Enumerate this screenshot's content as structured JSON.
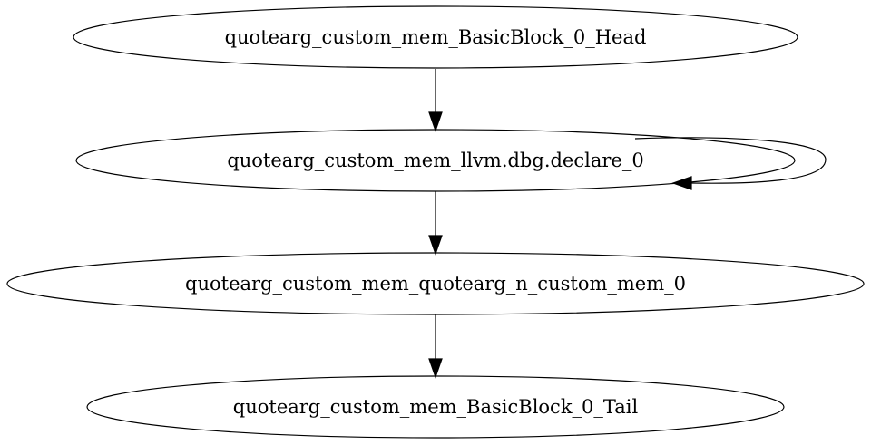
{
  "graph": {
    "nodes": [
      {
        "id": "head",
        "label": "quotearg_custom_mem_BasicBlock_0_Head"
      },
      {
        "id": "dbg",
        "label": "quotearg_custom_mem_llvm.dbg.declare_0"
      },
      {
        "id": "call",
        "label": "quotearg_custom_mem_quotearg_n_custom_mem_0"
      },
      {
        "id": "tail",
        "label": "quotearg_custom_mem_BasicBlock_0_Tail"
      }
    ],
    "edges": [
      {
        "from": "head",
        "to": "dbg"
      },
      {
        "from": "dbg",
        "to": "dbg"
      },
      {
        "from": "dbg",
        "to": "call"
      },
      {
        "from": "call",
        "to": "tail"
      }
    ]
  }
}
